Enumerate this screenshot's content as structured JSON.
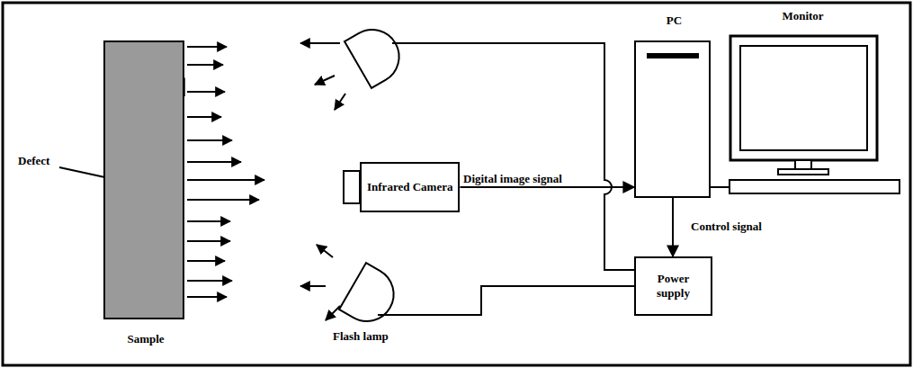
{
  "diagram": {
    "nodes": [
      {
        "text": [
          "Sample"
        ]
      },
      {
        "text": [
          "Infrared Camera"
        ]
      },
      {
        "text": [
          "PC"
        ]
      },
      {
        "text": [
          "Monitor"
        ]
      },
      {
        "text": [
          "Power supply"
        ]
      }
    ],
    "edges": [
      {
        "from": 1,
        "to": 2,
        "label": "Digital image signal",
        "arrow": "to"
      },
      {
        "from": 2,
        "to": 4,
        "label": "Control signal",
        "arrow": "to"
      },
      {
        "from": 2,
        "to": 3,
        "arrow": "none"
      }
    ],
    "labels": [
      "Defect",
      "Flash lamp"
    ]
  }
}
